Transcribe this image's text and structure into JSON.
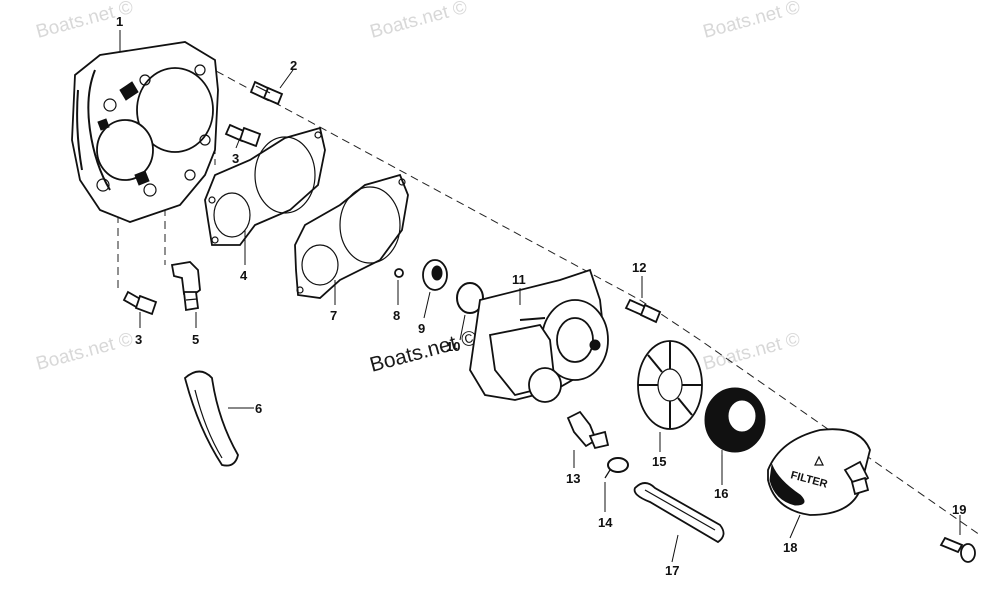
{
  "watermarks": {
    "faint": "Boats.net ©",
    "center": "Boats.net ©"
  },
  "callouts": {
    "n1": "1",
    "n2": "2",
    "n3a": "3",
    "n3b": "3",
    "n4": "4",
    "n5": "5",
    "n6": "6",
    "n7": "7",
    "n8": "8",
    "n9": "9",
    "n10": "10",
    "n11": "11",
    "n12": "12",
    "n13": "13",
    "n14": "14",
    "n15": "15",
    "n16": "16",
    "n17": "17",
    "n18": "18",
    "n19": "19"
  },
  "filter_label": "FILTER"
}
